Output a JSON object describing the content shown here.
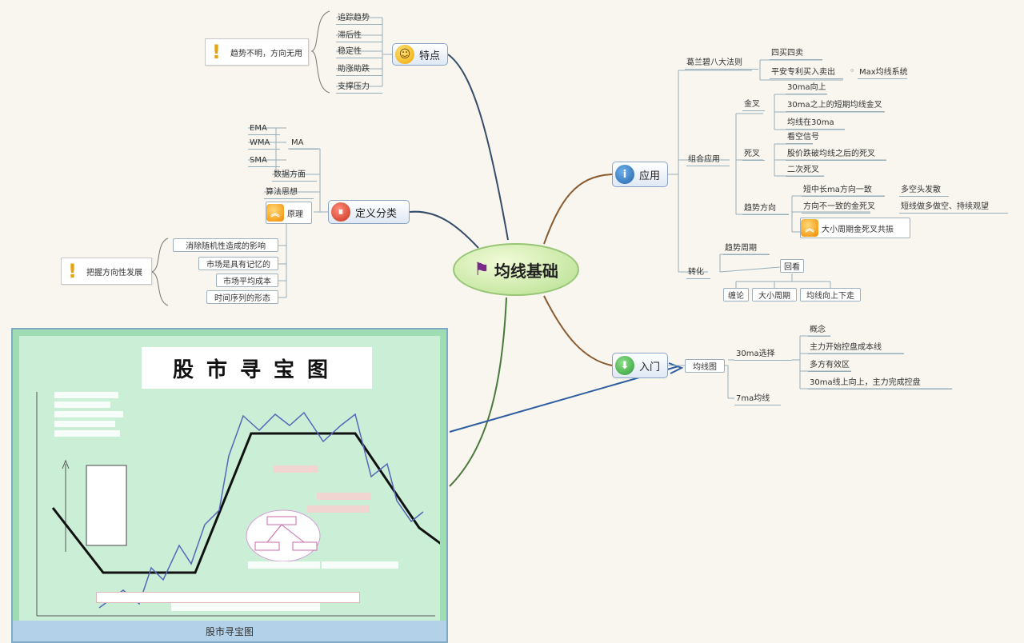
{
  "central": {
    "label": "均线基础",
    "icon": "flag-icon"
  },
  "branches": {
    "features": {
      "label": "特点",
      "icon": "smile-icon",
      "items": [
        "追踪趋势",
        "滞后性",
        "稳定性",
        "助涨助跌",
        "支撑压力"
      ],
      "note": "趋势不明，方向无用"
    },
    "definition": {
      "label": "定义分类",
      "icon": "stop-icon",
      "types": [
        "EMA",
        "WMA",
        "SMA"
      ],
      "type_result": "MA",
      "items": [
        "数据方面",
        "算法思想"
      ],
      "principle": "原理",
      "principle_items": [
        "消除随机性造成的影响",
        "市场是具有记忆的",
        "市场平均成本",
        "时间序列的形态"
      ],
      "note": "把握方向性发展"
    },
    "application": {
      "label": "应用",
      "icon": "info-icon",
      "granville": {
        "label": "葛兰碧八大法则",
        "items": [
          "四买四卖",
          "平安专利买入卖出"
        ],
        "extra": "Max均线系统"
      },
      "combination": {
        "label": "组合应用",
        "golden": {
          "label": "金叉",
          "items": [
            "30ma向上",
            "30ma之上的短期均线金叉",
            "均线在30ma"
          ]
        },
        "death": {
          "label": "死叉",
          "items": [
            "看空信号",
            "股价跌破均线之后的死叉",
            "二次死叉"
          ]
        },
        "direction": {
          "label": "趋势方向",
          "items": [
            "短中长ma方向一致",
            "方向不一致的金死叉"
          ],
          "item_extras": [
            "多空头发散",
            "短线做多做空、持续观望"
          ],
          "note": "大小周期金死叉共振"
        }
      },
      "turn": {
        "label": "转化",
        "top": "趋势周期",
        "center": "回看",
        "bottom": [
          "缠论",
          "大小周期",
          "均线向上下走"
        ]
      }
    },
    "entry": {
      "label": "入门",
      "icon": "down-icon",
      "root": "均线图",
      "ma30": {
        "label": "30ma选择",
        "items": [
          "概念",
          "主力开始控盘成本线",
          "多方有效区",
          "30ma线上向上，主力完成控盘"
        ]
      },
      "ma7": "7ma均线"
    }
  },
  "embedded": {
    "title": "股市寻宝图",
    "caption": "股市寻宝图"
  },
  "colors": {
    "link_dark": "#354b6a",
    "link_brown": "#8a5a30",
    "link_green": "#4a7a3a",
    "link_blue": "#2f5fa0",
    "panel_bg": "#9fdcb3"
  }
}
